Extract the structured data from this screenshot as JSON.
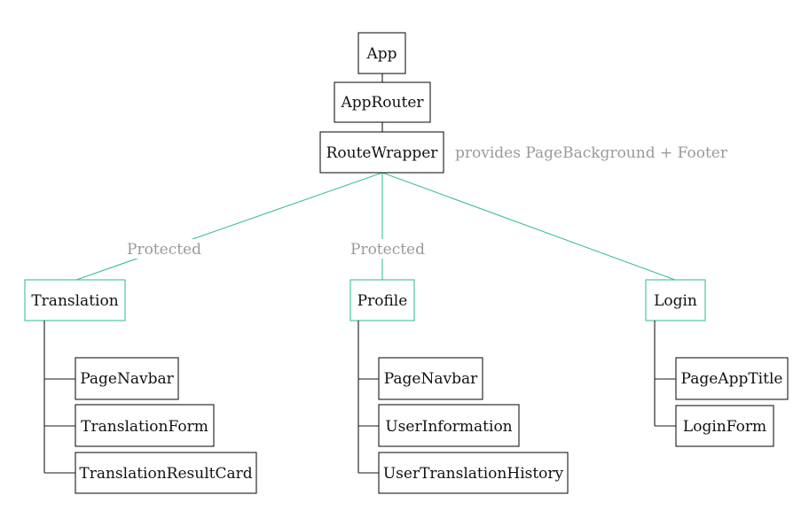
{
  "top": {
    "app": "App",
    "router": "AppRouter",
    "wrapper": "RouteWrapper",
    "wrapper_note": "provides PageBackground + Footer"
  },
  "routes": [
    {
      "name": "Translation",
      "edge_label": "Protected",
      "children": [
        "PageNavbar",
        "TranslationForm",
        "TranslationResultCard"
      ]
    },
    {
      "name": "Profile",
      "edge_label": "Protected",
      "children": [
        "PageNavbar",
        "UserInformation",
        "UserTranslationHistory"
      ]
    },
    {
      "name": "Login",
      "edge_label": "",
      "children": [
        "PageAppTitle",
        "LoginForm"
      ]
    }
  ],
  "colors": {
    "route_accent": "#3dbf96",
    "node_border": "#1a1a1a",
    "note_text": "#9a9a9a"
  }
}
